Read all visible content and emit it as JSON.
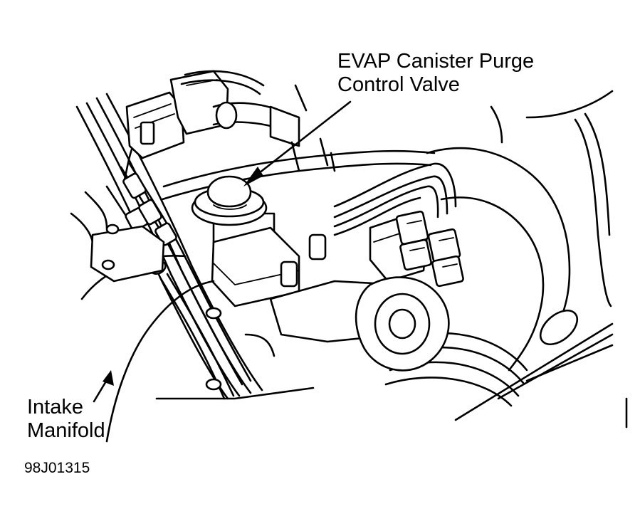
{
  "labels": {
    "evap_line1": "EVAP Canister Purge",
    "evap_line2": "Control Valve",
    "intake_line1": "Intake",
    "intake_line2": "Manifold",
    "figure_code": "98J01315"
  },
  "colors": {
    "ink": "#000000",
    "paper": "#ffffff"
  }
}
